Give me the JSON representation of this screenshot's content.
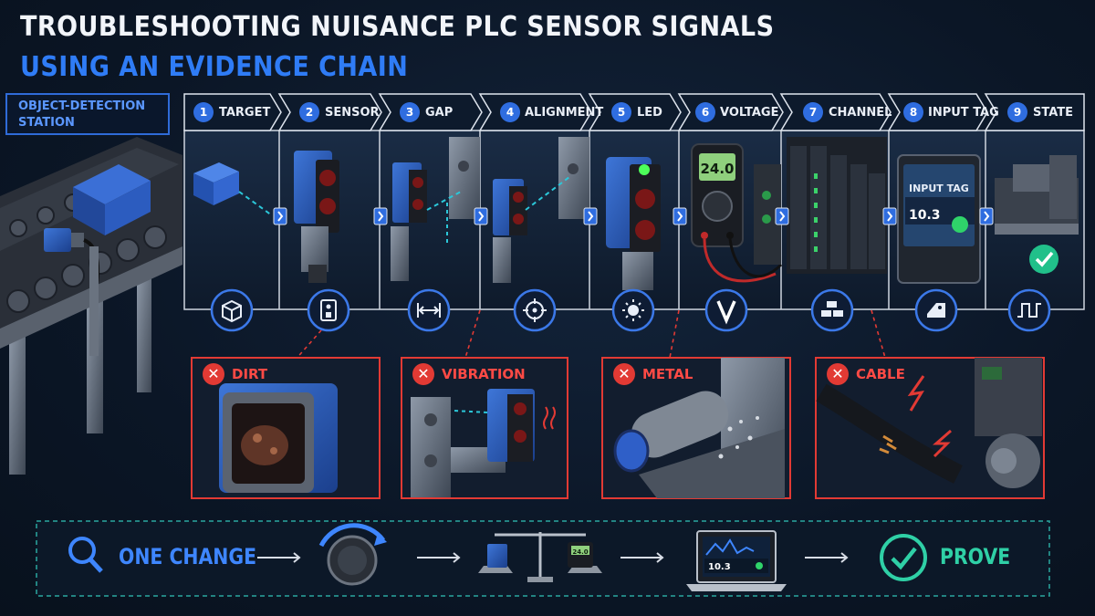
{
  "title": {
    "line1": "TROUBLESHOOTING NUISANCE PLC SENSOR SIGNALS",
    "line2": "USING AN EVIDENCE CHAIN"
  },
  "station_label": "OBJECT-DETECTION STATION",
  "steps": [
    {
      "num": "1",
      "label": "TARGET",
      "icon": "cube-icon"
    },
    {
      "num": "2",
      "label": "SENSOR",
      "icon": "sensor-icon"
    },
    {
      "num": "3",
      "label": "GAP",
      "icon": "gap-icon"
    },
    {
      "num": "4",
      "label": "ALIGNMENT",
      "icon": "target-crosshair-icon"
    },
    {
      "num": "5",
      "label": "LED",
      "icon": "sun-icon"
    },
    {
      "num": "6",
      "label": "VOLTAGE",
      "icon": "voltage-icon"
    },
    {
      "num": "7",
      "label": "CHANNEL",
      "icon": "channel-blocks-icon"
    },
    {
      "num": "8",
      "label": "INPUT TAG",
      "icon": "tag-icon"
    },
    {
      "num": "9",
      "label": "STATE",
      "icon": "pulse-icon"
    }
  ],
  "meter_reading": "24.0",
  "input_tag_panel": {
    "title": "INPUT TAG",
    "value": "10.3"
  },
  "faults": [
    {
      "label": "DIRT"
    },
    {
      "label": "VIBRATION"
    },
    {
      "label": "METAL"
    },
    {
      "label": "CABLE"
    }
  ],
  "process": {
    "start_label": "ONE CHANGE",
    "scale_reading": "24.0",
    "laptop_value": "10.3",
    "end_label": "PROVE"
  },
  "colors": {
    "background": "#0b1626",
    "accent_blue": "#2f6de0",
    "fault_red": "#e23a34",
    "prove_teal": "#2fd0a6"
  }
}
